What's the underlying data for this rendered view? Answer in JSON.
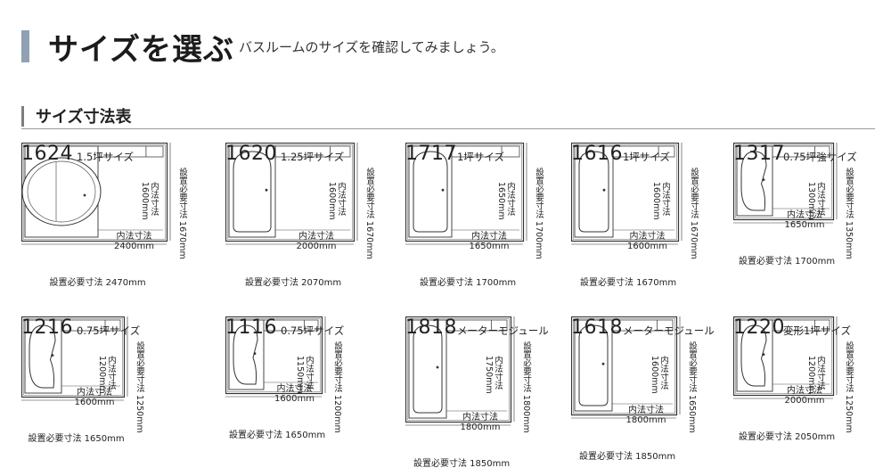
{
  "header": {
    "title": "サイズを選ぶ",
    "subtitle": "バスルームのサイズを確認してみましょう。"
  },
  "section": {
    "title": "サイズ寸法表"
  },
  "units": [
    {
      "code": "1624",
      "label": "1.5坪サイズ",
      "tub": "round",
      "inner_w_label": "内法寸法",
      "inner_w": "2400mm",
      "inner_h_label": "内法寸法",
      "inner_h": "1600mm",
      "req_w": "設置必要寸法 2470mm",
      "req_h": "設置必要寸法 1670mm"
    },
    {
      "code": "1620",
      "label": "1.25坪サイズ",
      "tub": "rect",
      "inner_w_label": "内法寸法",
      "inner_w": "2000mm",
      "inner_h_label": "内法寸法",
      "inner_h": "1600mm",
      "req_w": "設置必要寸法 2070mm",
      "req_h": "設置必要寸法 1670mm"
    },
    {
      "code": "1717",
      "label": "1坪サイズ",
      "tub": "rect",
      "inner_w_label": "内法寸法",
      "inner_w": "1650mm",
      "inner_h_label": "内法寸法",
      "inner_h": "1650mm",
      "req_w": "設置必要寸法 1700mm",
      "req_h": "設置必要寸法 1700mm"
    },
    {
      "code": "1616",
      "label": "1坪サイズ",
      "tub": "rect",
      "inner_w_label": "内法寸法",
      "inner_w": "1600mm",
      "inner_h_label": "内法寸法",
      "inner_h": "1600mm",
      "req_w": "設置必要寸法 1670mm",
      "req_h": "設置必要寸法 1670mm"
    },
    {
      "code": "1317",
      "label": "0.75坪強サイズ",
      "tub": "shaped",
      "inner_w_label": "内法寸法",
      "inner_w": "1650mm",
      "inner_h_label": "内法寸法",
      "inner_h": "1300mm",
      "req_w": "設置必要寸法 1700mm",
      "req_h": "設置必要寸法 1350mm"
    },
    {
      "code": "1216",
      "label": "0.75坪サイズ",
      "tub": "shaped",
      "inner_w_label": "内法寸法",
      "inner_w": "1600mm",
      "inner_h_label": "内法寸法",
      "inner_h": "1200mm",
      "req_w": "設置必要寸法 1650mm",
      "req_h": "設置必要寸法 1250mm"
    },
    {
      "code": "1116",
      "label": "0.75坪サイズ",
      "tub": "shaped",
      "inner_w_label": "内法寸法",
      "inner_w": "1600mm",
      "inner_h_label": "内法寸法",
      "inner_h": "1150mm",
      "req_w": "設置必要寸法 1650mm",
      "req_h": "設置必要寸法 1200mm"
    },
    {
      "code": "1818",
      "label": "メーターモジュール",
      "tub": "rect",
      "inner_w_label": "内法寸法",
      "inner_w": "1800mm",
      "inner_h_label": "内法寸法",
      "inner_h": "1750mm",
      "req_w": "設置必要寸法 1850mm",
      "req_h": "設置必要寸法 1800mm"
    },
    {
      "code": "1618",
      "label": "メーターモジュール",
      "tub": "rect",
      "inner_w_label": "内法寸法",
      "inner_w": "1800mm",
      "inner_h_label": "内法寸法",
      "inner_h": "1600mm",
      "req_w": "設置必要寸法 1850mm",
      "req_h": "設置必要寸法 1650mm"
    },
    {
      "code": "1220",
      "label": "変形1坪サイズ",
      "tub": "shaped",
      "inner_w_label": "内法寸法",
      "inner_w": "2000mm",
      "inner_h_label": "内法寸法",
      "inner_h": "1200mm",
      "req_w": "設置必要寸法 2050mm",
      "req_h": "設置必要寸法 1250mm"
    }
  ]
}
